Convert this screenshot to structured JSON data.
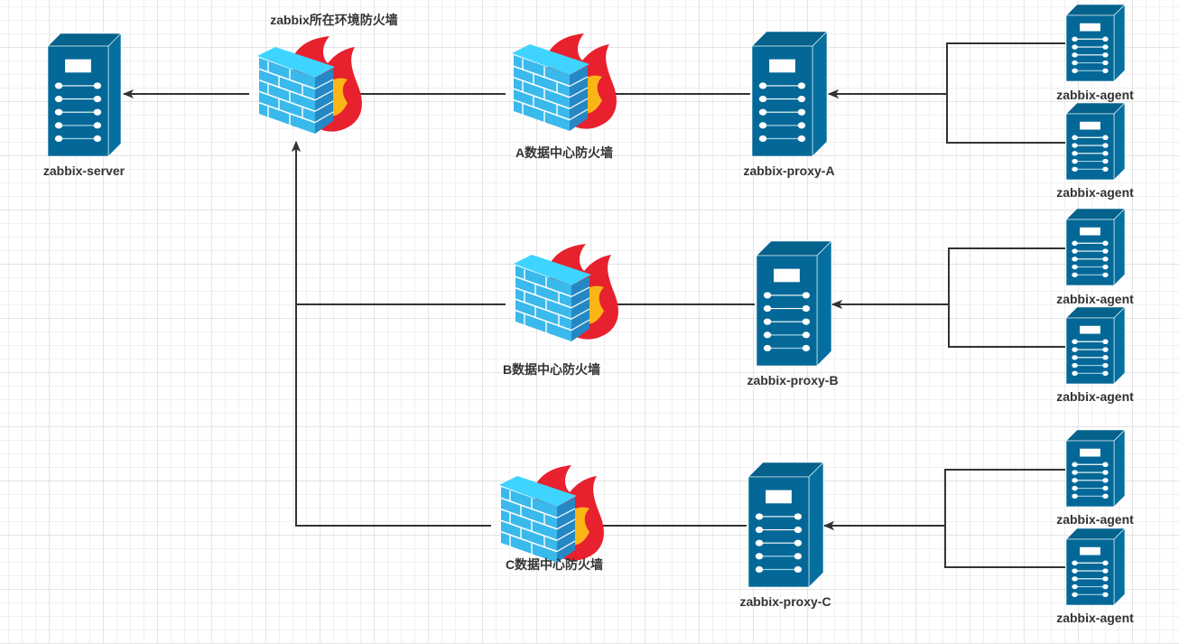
{
  "diagram": {
    "colors": {
      "server_body": "#036897",
      "server_side": "#05709f",
      "server_top": "#04628c",
      "edge": "#333333",
      "wall_front": "#3ab9ec",
      "wall_top": "#3fd4ff",
      "wall_side": "#2588c4",
      "flame_outer": "#e8212e",
      "flame_inner": "#fbb516"
    },
    "nodes": {
      "server": {
        "label": "zabbix-server",
        "type": "server"
      },
      "fw_main": {
        "label": "zabbix所在环境防火墙",
        "type": "firewall"
      },
      "fw_a": {
        "label": "A数据中心防火墙",
        "type": "firewall"
      },
      "fw_b": {
        "label": "B数据中心防火墙",
        "type": "firewall"
      },
      "fw_c": {
        "label": "C数据中心防火墙",
        "type": "firewall"
      },
      "proxy_a": {
        "label": "zabbix-proxy-A",
        "type": "server"
      },
      "proxy_b": {
        "label": "zabbix-proxy-B",
        "type": "server"
      },
      "proxy_c": {
        "label": "zabbix-proxy-C",
        "type": "server"
      },
      "agent_a1": {
        "label": "zabbix-agent",
        "type": "server"
      },
      "agent_a2": {
        "label": "zabbix-agent",
        "type": "server"
      },
      "agent_b1": {
        "label": "zabbix-agent",
        "type": "server"
      },
      "agent_b2": {
        "label": "zabbix-agent",
        "type": "server"
      },
      "agent_c1": {
        "label": "zabbix-agent",
        "type": "server"
      },
      "agent_c2": {
        "label": "zabbix-agent",
        "type": "server"
      }
    },
    "edges": [
      {
        "from": "fw_main",
        "to": "server"
      },
      {
        "from": "fw_a",
        "to": "fw_main"
      },
      {
        "from": "fw_b",
        "to": "fw_main"
      },
      {
        "from": "fw_c",
        "to": "fw_main"
      },
      {
        "from": "proxy_a",
        "to": "fw_a"
      },
      {
        "from": "proxy_b",
        "to": "fw_b"
      },
      {
        "from": "proxy_c",
        "to": "fw_c"
      },
      {
        "from": "agent_a1",
        "to": "proxy_a"
      },
      {
        "from": "agent_a2",
        "to": "proxy_a"
      },
      {
        "from": "agent_b1",
        "to": "proxy_b"
      },
      {
        "from": "agent_b2",
        "to": "proxy_b"
      },
      {
        "from": "agent_c1",
        "to": "proxy_c"
      },
      {
        "from": "agent_c2",
        "to": "proxy_c"
      }
    ]
  }
}
